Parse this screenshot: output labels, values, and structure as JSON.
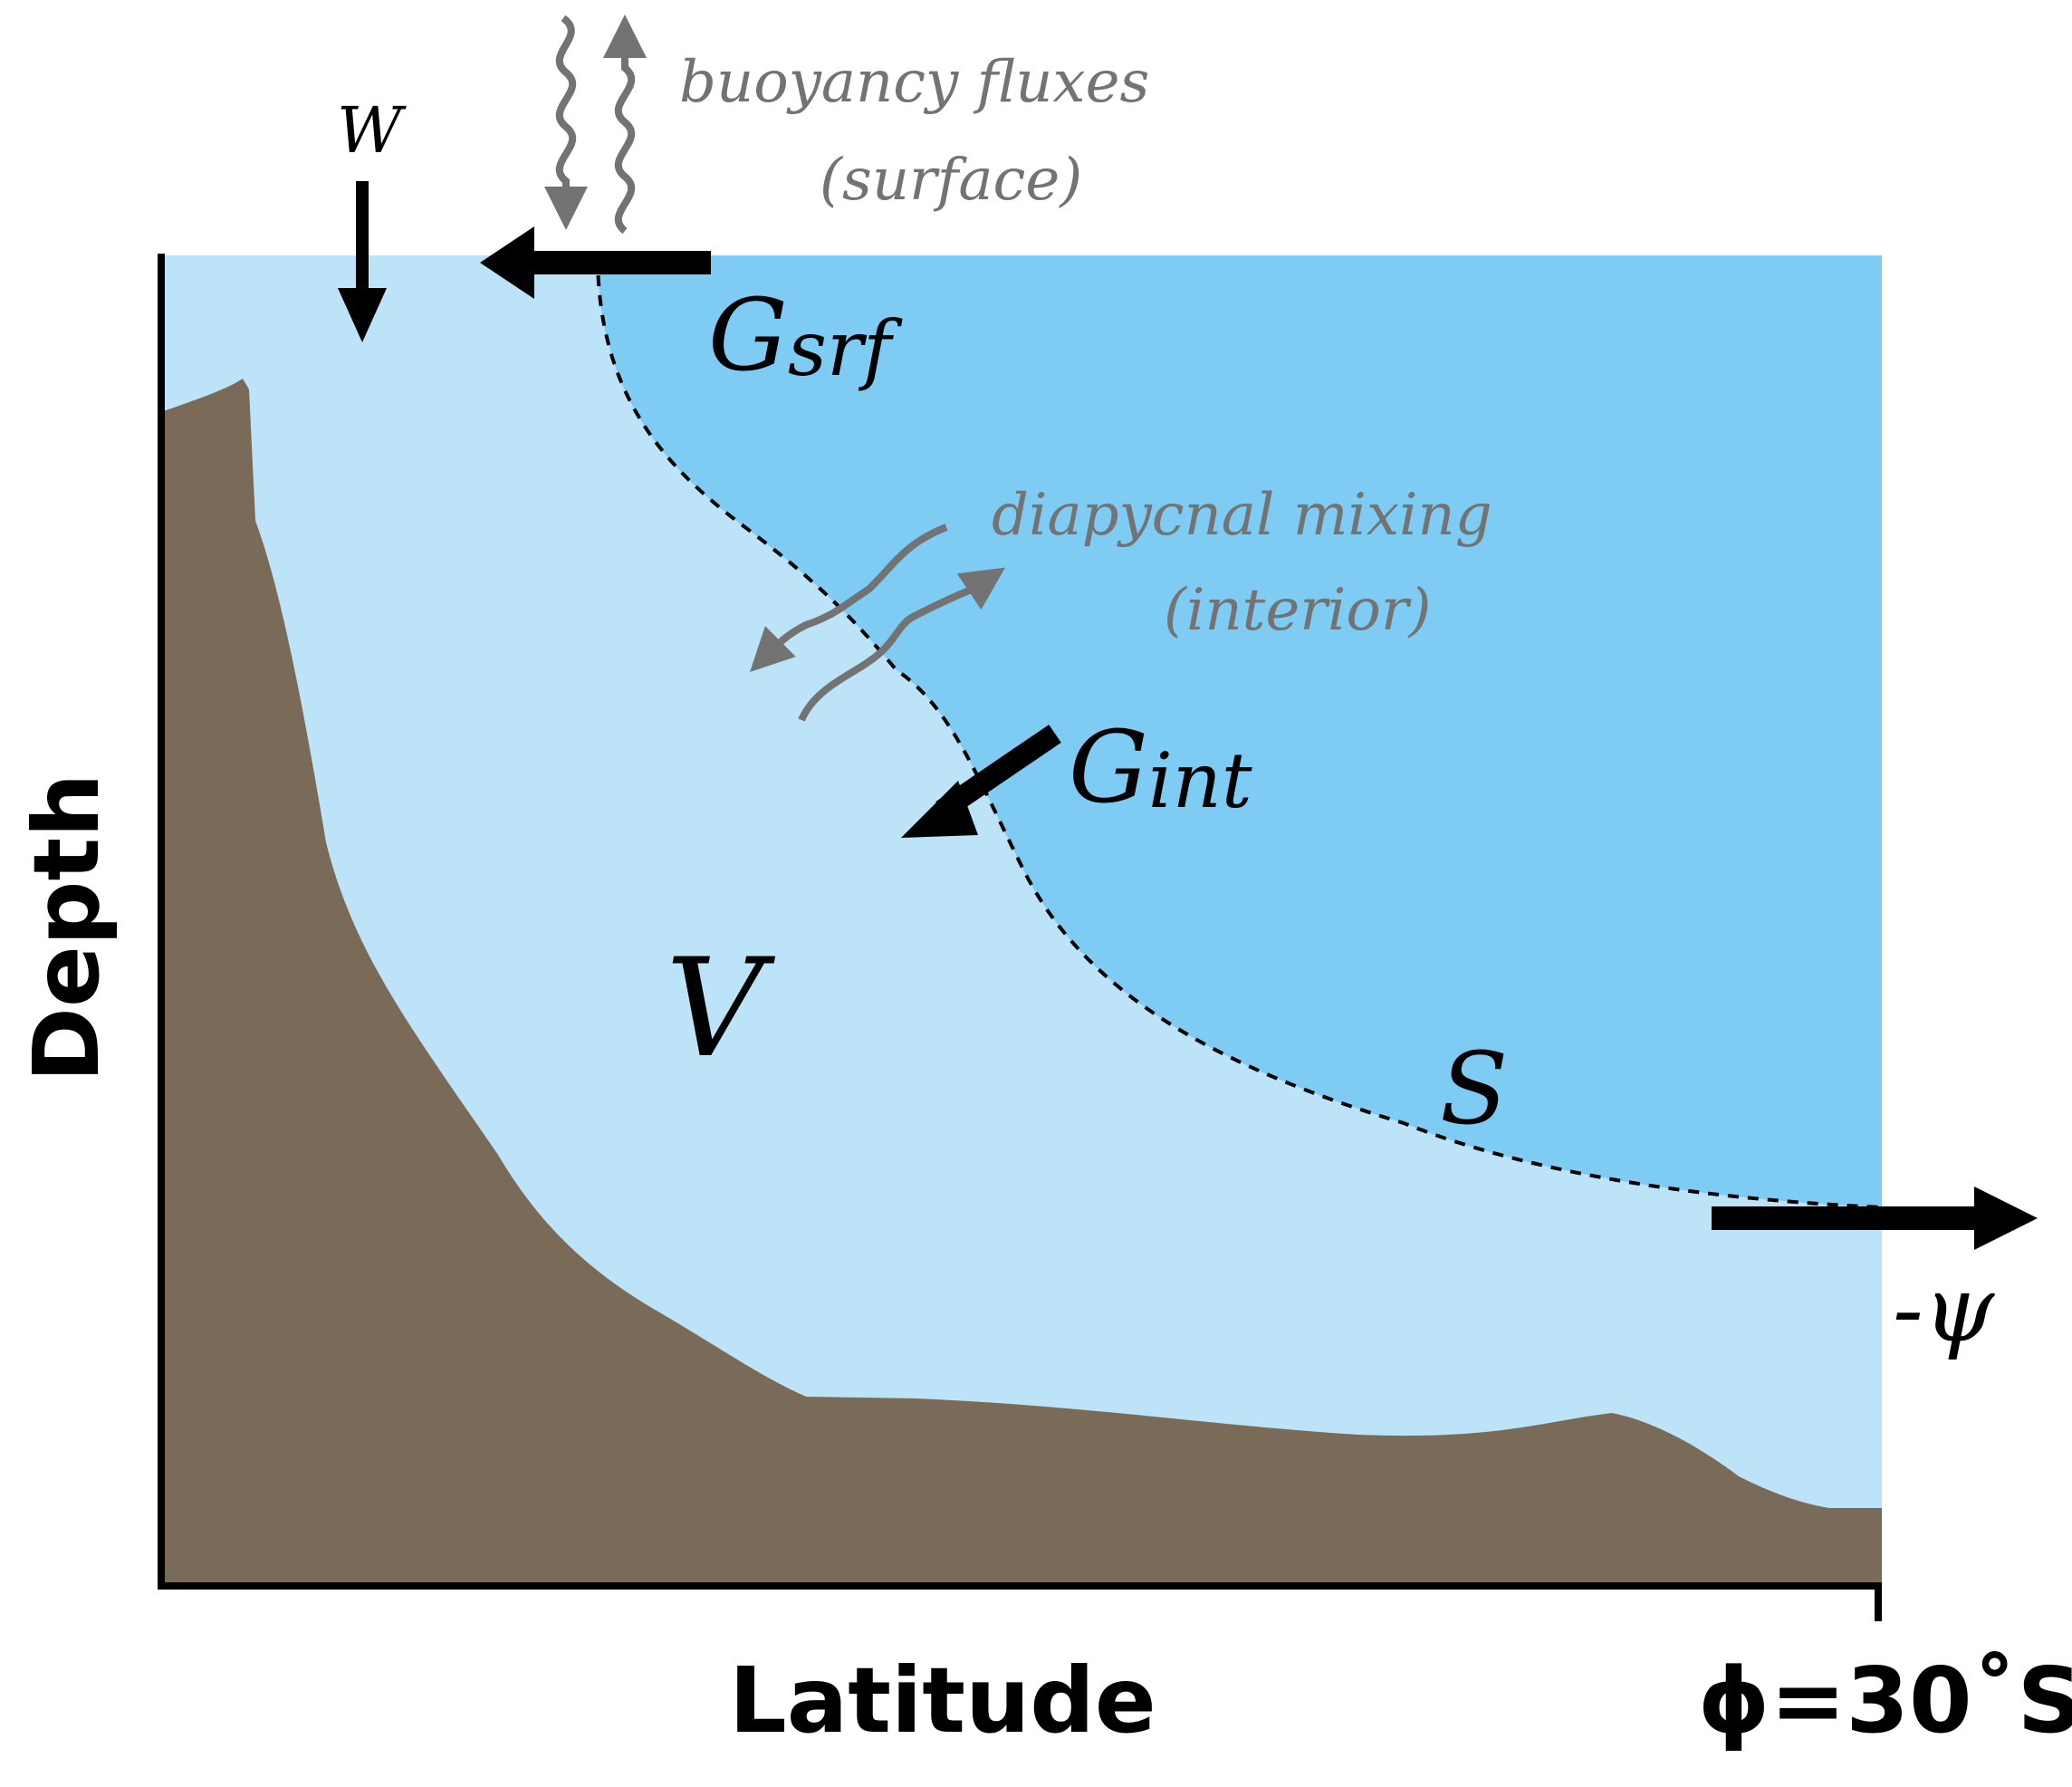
{
  "axes": {
    "x_label": "Latitude",
    "y_label": "Depth",
    "boundary_label": "ϕ=30˚S"
  },
  "labels": {
    "w": "W",
    "buoyancy_line1": "buoyancy fluxes",
    "buoyancy_line2": "(surface)",
    "g_srf_main": "G",
    "g_srf_sub": "srf",
    "diapycnal_line1": "diapycnal mixing",
    "diapycnal_line2": "(interior)",
    "g_int_main": "G",
    "g_int_sub": "int",
    "volume": "V",
    "surface": "S",
    "psi": "-ψ"
  },
  "colors": {
    "upper_water": "#7ECCF3",
    "lower_water": "#BCE3F8",
    "seafloor": "#7A6A58",
    "process_gray": "#737373",
    "ink": "#000000"
  }
}
